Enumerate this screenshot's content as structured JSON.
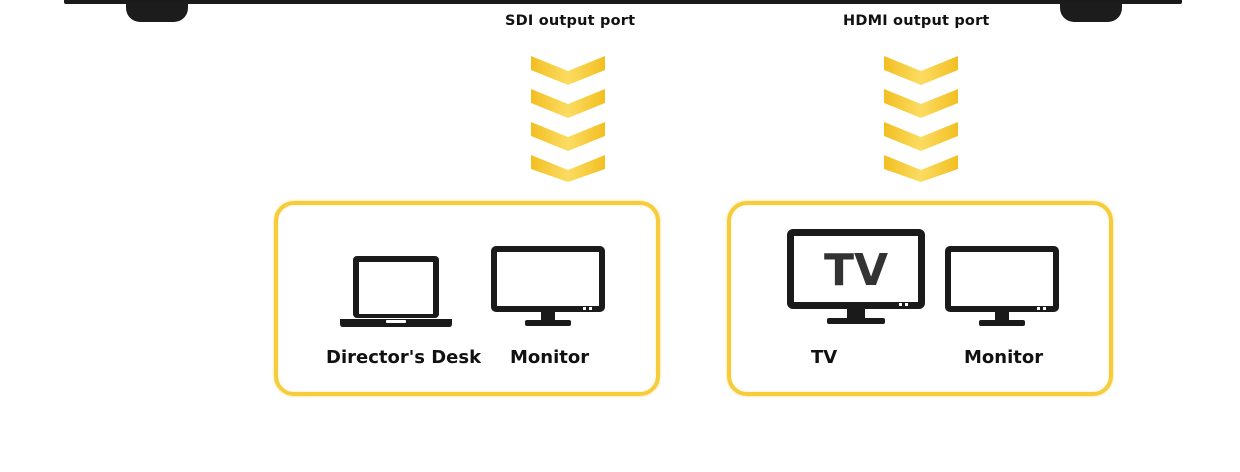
{
  "ports": {
    "sdi": {
      "label": "SDI output port"
    },
    "hdmi": {
      "label": "HDMI output port"
    }
  },
  "groups": {
    "sdi": {
      "devices": [
        {
          "label": "Director's Desk",
          "icon": "laptop-icon"
        },
        {
          "label": "Monitor",
          "icon": "monitor-icon"
        }
      ]
    },
    "hdmi": {
      "devices": [
        {
          "label": "TV",
          "icon": "tv-icon",
          "screen_text": "TV"
        },
        {
          "label": "Monitor",
          "icon": "monitor-icon"
        }
      ]
    }
  },
  "colors": {
    "accent": "#f6cc3a",
    "icon": "#1a1a1a"
  }
}
